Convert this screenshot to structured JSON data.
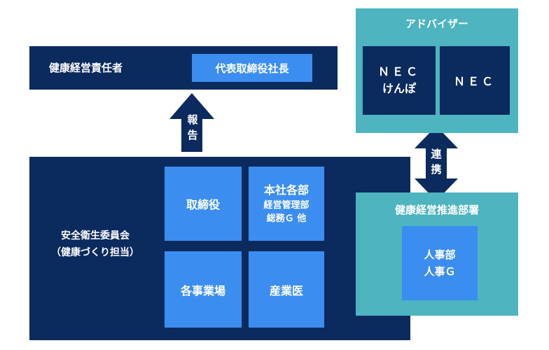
{
  "health_manager": {
    "label": "健康経営責任者",
    "role": "代表取締役社長"
  },
  "report_arrow": {
    "line1": "報",
    "line2": "告"
  },
  "committee": {
    "title": "安全衛生委員会",
    "subtitle": "（健康づくり担当）",
    "members": {
      "directors": "取締役",
      "hq_line1": "本社各部",
      "hq_line2": "経営管理部",
      "hq_line3": "総務Ｇ 他",
      "sites": "各事業場",
      "doctor": "産業医"
    }
  },
  "advisor": {
    "title": "アドバイザー",
    "nec_kenpo_line1": "ＮＥＣ",
    "nec_kenpo_line2": "けんぽ",
    "nec": "ＮＥＣ"
  },
  "link_arrow": {
    "line1": "連",
    "line2": "携"
  },
  "promotion": {
    "title": "健康経営推進部署",
    "hr_line1": "人事部",
    "hr_line2": "人事Ｇ"
  },
  "colors": {
    "navy": "#0b2a5e",
    "blue": "#3b8ef0",
    "teal": "#4db4c0"
  }
}
